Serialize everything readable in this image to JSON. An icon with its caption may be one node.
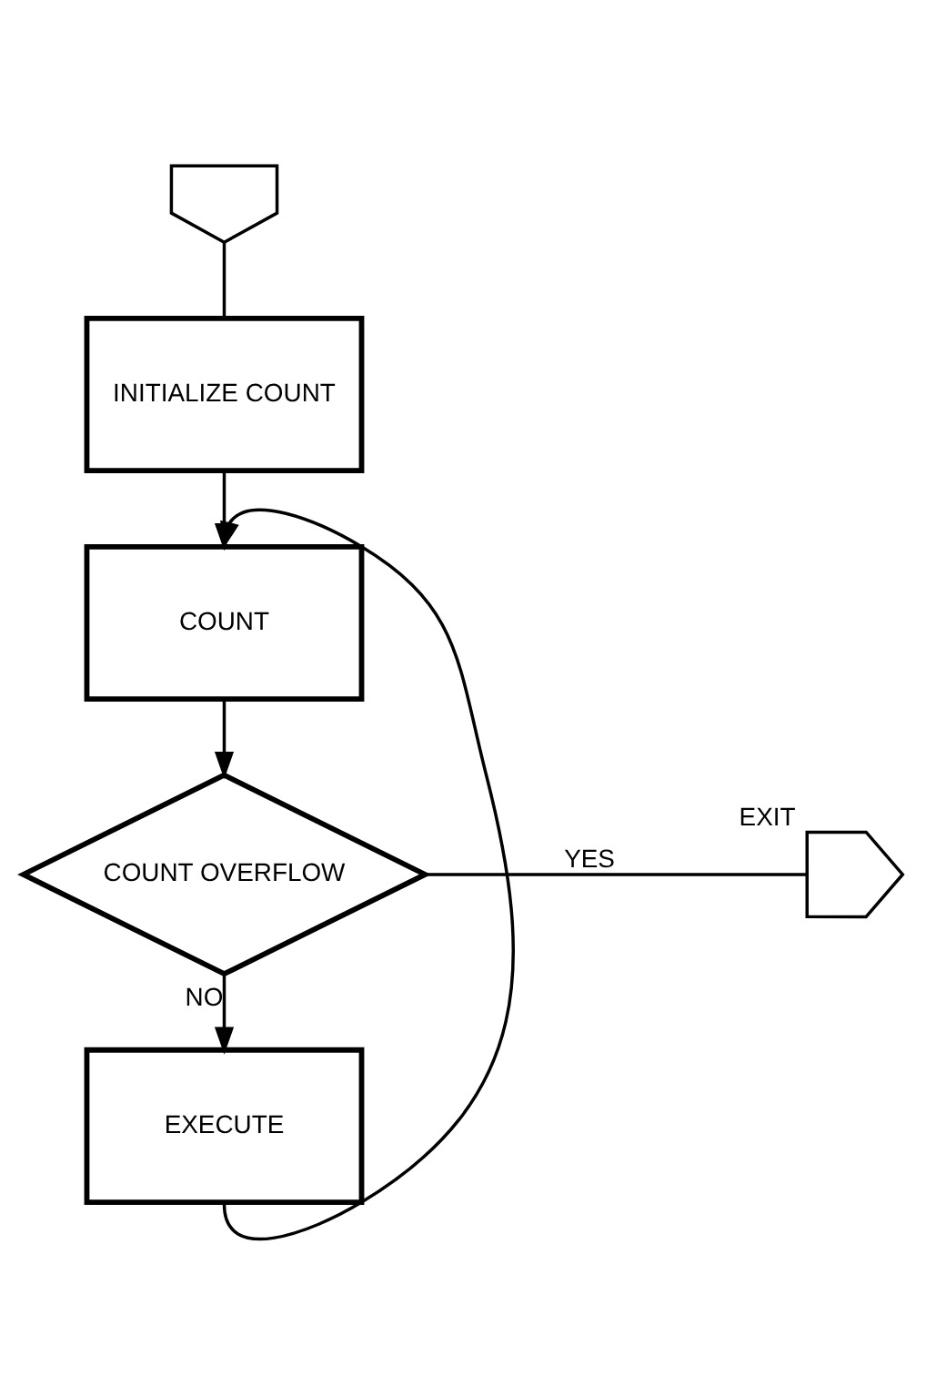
{
  "diagram": {
    "nodes": [
      {
        "text": [],
        "shape": "pentagon"
      },
      {
        "text": [
          "INITIALIZE COUNT"
        ]
      },
      {
        "text": [
          "COUNT"
        ]
      },
      {
        "text": [
          "COUNT OVERFLOW"
        ]
      },
      {
        "text": [],
        "shape": "pentagon",
        "beside": [
          "EXIT"
        ]
      },
      {
        "text": [
          "EXECUTE"
        ]
      }
    ],
    "edges": [
      {
        "from": 0,
        "to": 1,
        "arrow": "none"
      },
      {
        "from": 1,
        "to": 2,
        "arrow": "to"
      },
      {
        "from": 2,
        "to": 3,
        "arrow": "to"
      },
      {
        "from": 3,
        "to": 4,
        "arrow": "none",
        "label": "YES"
      },
      {
        "from": 3,
        "to": 5,
        "arrow": "to",
        "label": "NO"
      },
      {
        "from": 5,
        "to": 2,
        "arrow": "to"
      }
    ]
  }
}
